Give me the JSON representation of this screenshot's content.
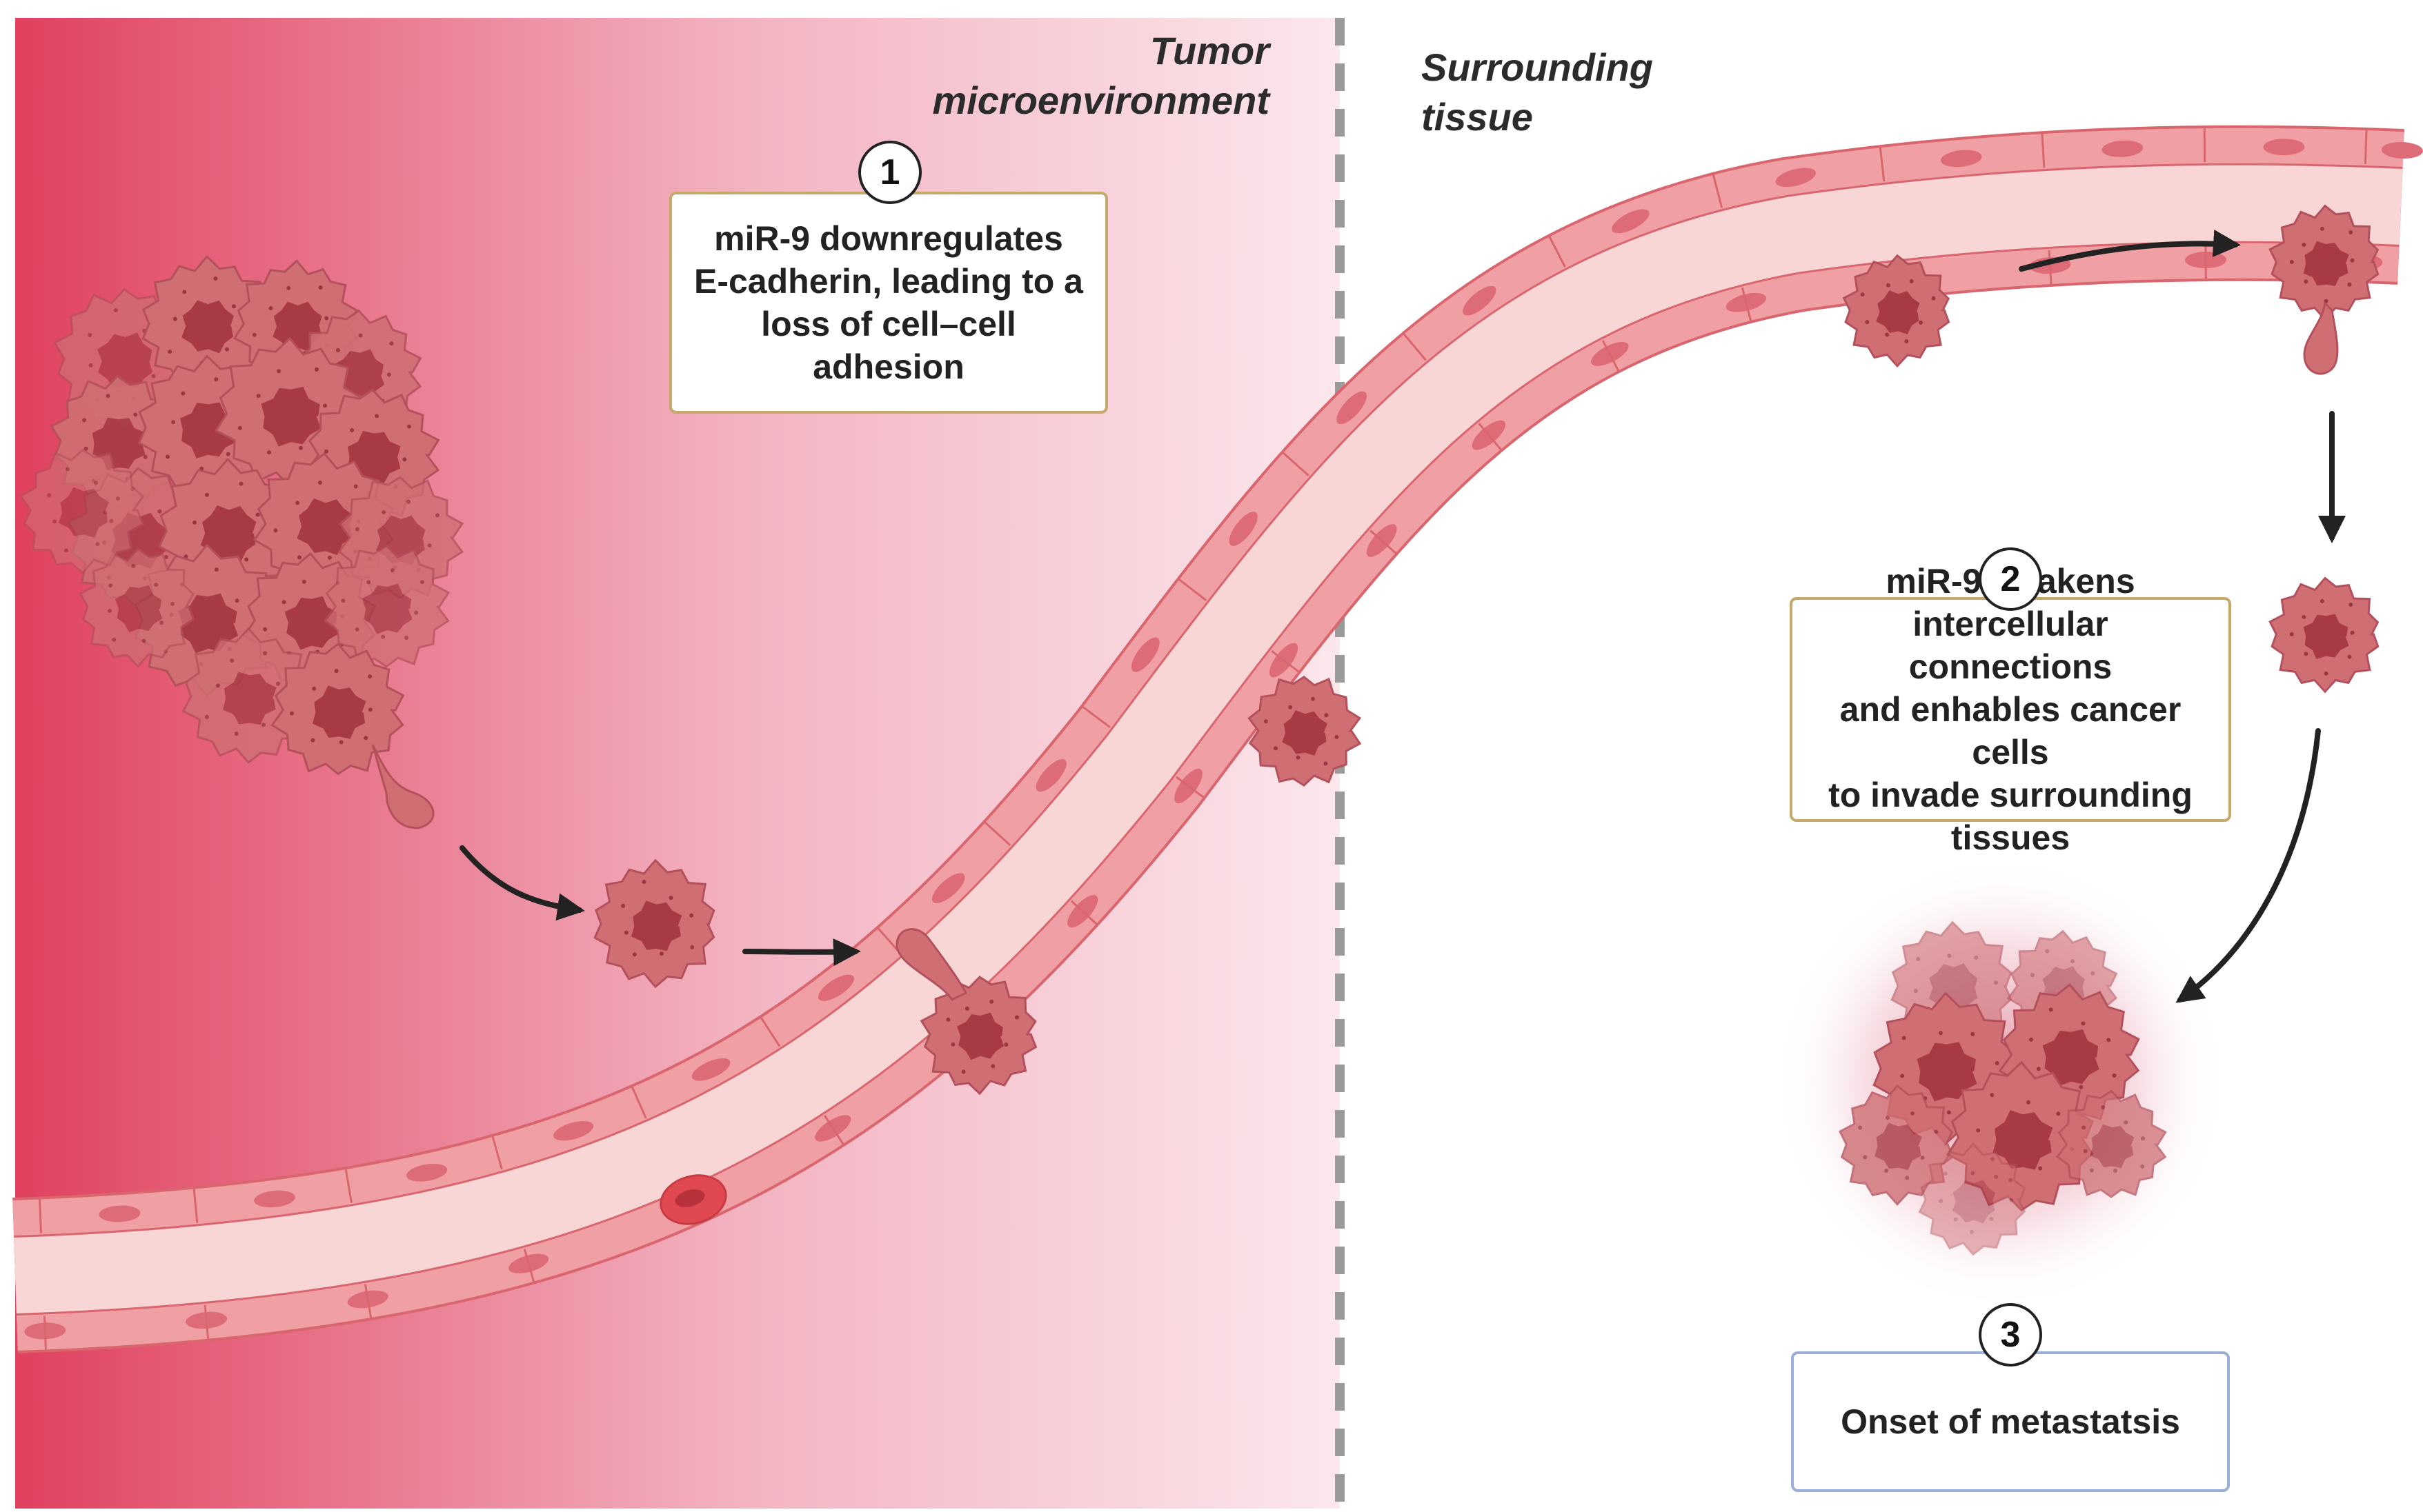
{
  "regions": {
    "tumor_label": "Tumor\nmicroenvironment",
    "tissue_label": "Surrounding\ntissue"
  },
  "steps": [
    {
      "number": "1",
      "text": "miR-9 downregulates\nE-cadherin, leading to a\nloss of cell–cell adhesion"
    },
    {
      "number": "2",
      "text": "miR-9 weakens\nintercellular connections\nand enhables cancer cells\nto invade surrounding\ntissues"
    },
    {
      "number": "3",
      "text": "Onset of metastatsis"
    }
  ],
  "colors": {
    "tumor_gradient_start": "#e0415f",
    "tumor_gradient_mid": "#f3b3c1",
    "tumor_gradient_end": "#fbe7ec",
    "vessel_wall": "#f0a0a4",
    "vessel_lumen": "#f8d6d6",
    "vessel_stroke": "#d9656e",
    "cell_fill": "#cf6f74",
    "cell_nucleus": "#a83a46",
    "step1_border": "#c5a96a",
    "step2_border": "#c5a96a",
    "step3_border": "#9aaed6",
    "arrow": "#222222"
  },
  "icons": [
    "tumor-mass-icon",
    "cancer-cell-icon",
    "blood-vessel-icon",
    "red-blood-cell-icon",
    "metastasis-cluster-icon",
    "arrow-icon"
  ]
}
